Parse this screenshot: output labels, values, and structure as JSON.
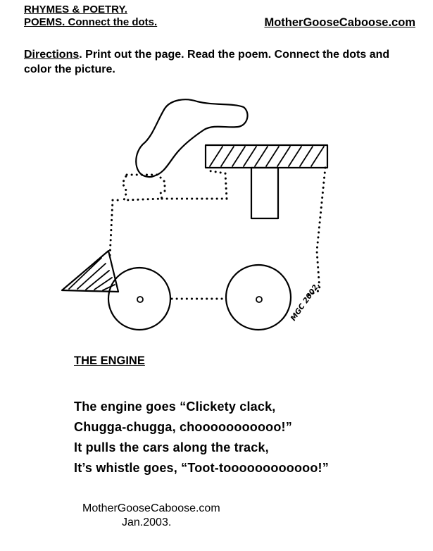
{
  "header": {
    "line1": "RHYMES & POETRY.",
    "line2": "POEMS. Connect the dots.",
    "site": "MotherGooseCaboose.com"
  },
  "directions": {
    "label": "Directions",
    "text": ". Print out the page. Read the poem. Connect the dots and color the picture."
  },
  "artwork": {
    "signature": "MGC 2002."
  },
  "poem": {
    "title": "THE ENGINE",
    "lines": [
      "The engine goes “Clickety clack,",
      "Chugga-chugga, chooooooooooo!”",
      "It pulls the cars along the track,",
      "It’s whistle goes, “Toot-toooooooooooo!”"
    ]
  },
  "credit": {
    "site": "MotherGooseCaboose.com",
    "date": "Jan.2003."
  }
}
